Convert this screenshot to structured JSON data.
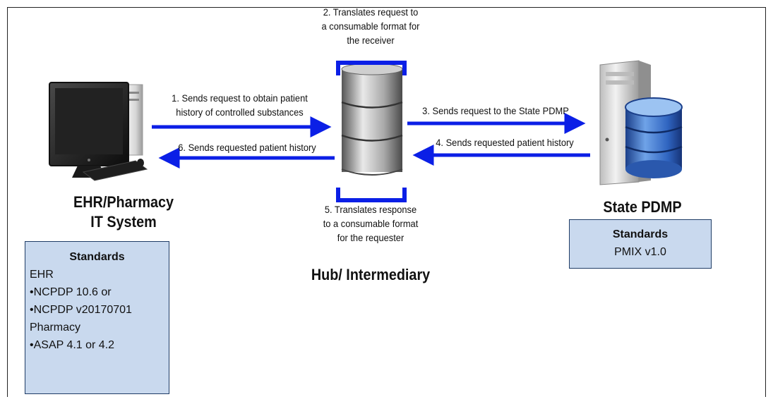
{
  "steps": {
    "step1": [
      "1. Sends request to obtain patient",
      "history of controlled substances"
    ],
    "step2": [
      "2. Translates request to",
      "a consumable format for",
      "the receiver"
    ],
    "step3": "3. Sends request to the State PDMP",
    "step4": "4. Sends requested patient history",
    "step5": [
      "5. Translates response",
      "to a consumable format",
      "for the requester"
    ],
    "step6": "6. Sends requested patient history"
  },
  "nodes": {
    "ehr": [
      "EHR/Pharmacy",
      "IT System"
    ],
    "hub": "Hub/ Intermediary",
    "pdmp": "State PDMP"
  },
  "ehr_standards": {
    "title": "Standards",
    "items": [
      "EHR",
      "•NCPDP 10.6 or",
      "•NCPDP v20170701",
      "Pharmacy",
      "•ASAP 4.1 or 4.2"
    ]
  },
  "pdmp_standards": {
    "title": "Standards",
    "items": [
      "PMIX v1.0"
    ]
  },
  "colors": {
    "arrow": "#0b1fe6",
    "bracket": "#0b1fe6",
    "box_fill": "#c9d9ee",
    "box_border": "#1f3c66"
  },
  "icons": [
    "desktop-computer-icon",
    "database-cylinder-icon",
    "server-database-icon"
  ]
}
